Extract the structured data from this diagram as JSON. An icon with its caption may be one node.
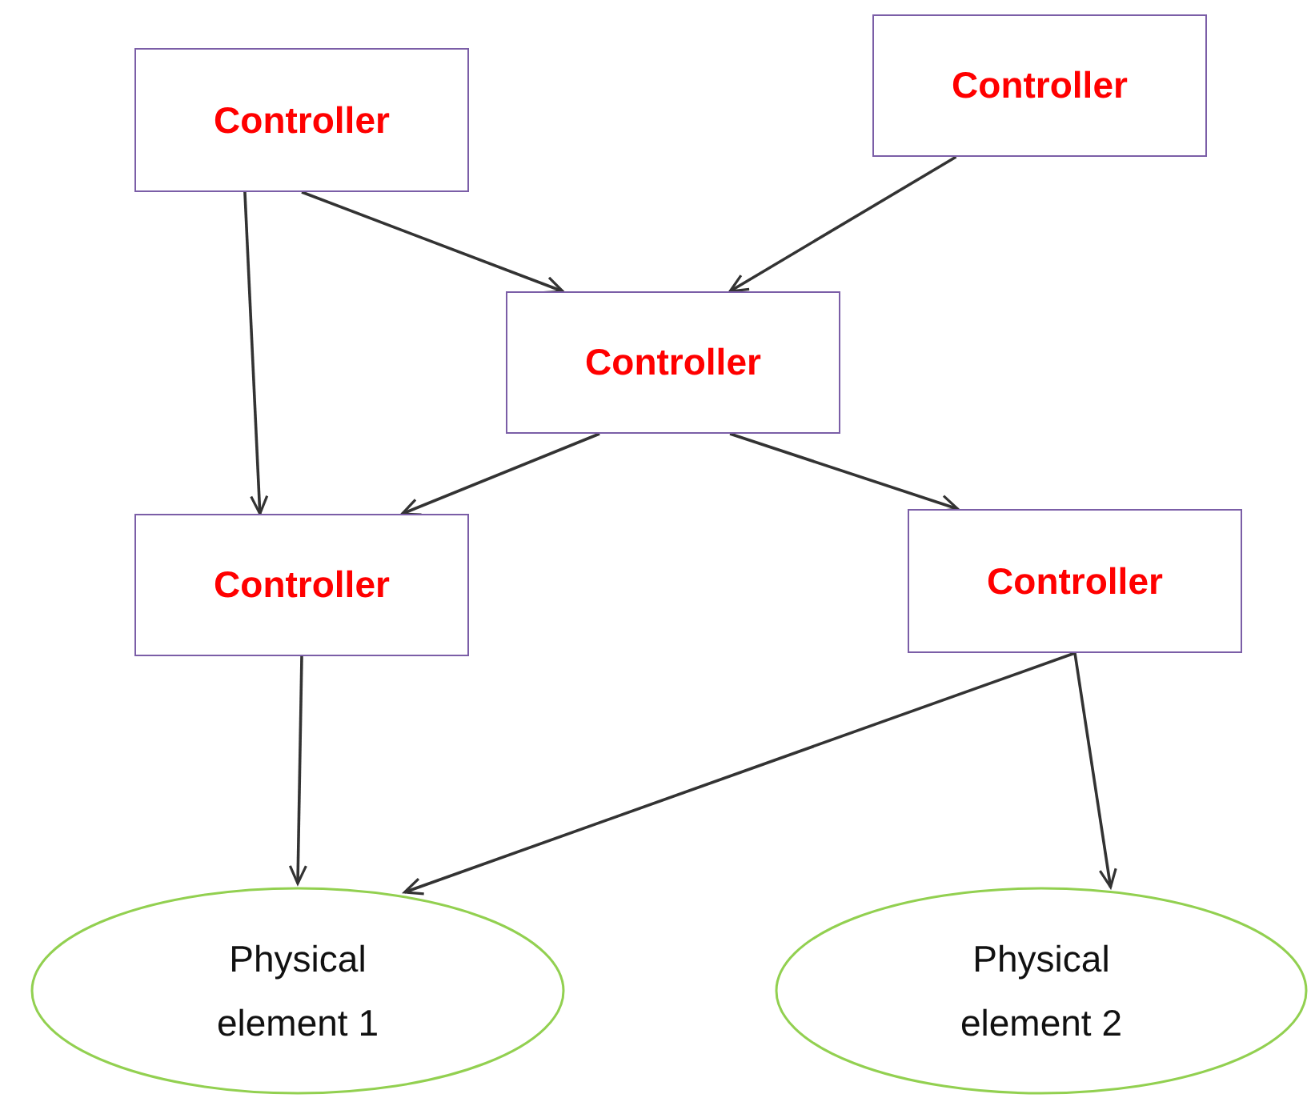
{
  "diagram": {
    "nodes": [
      {
        "text": [
          "Controller"
        ]
      },
      {
        "text": [
          "Controller"
        ]
      },
      {
        "text": [
          "Controller"
        ]
      },
      {
        "text": [
          "Controller"
        ]
      },
      {
        "text": [
          "Controller"
        ]
      },
      {
        "text": [
          "Physical element 1"
        ]
      },
      {
        "text": [
          "Physical element 2"
        ]
      }
    ],
    "edges": [
      {
        "from": 0,
        "to": 3,
        "arrow": "to"
      },
      {
        "from": 0,
        "to": 2,
        "arrow": "to"
      },
      {
        "from": 1,
        "to": 2,
        "arrow": "to"
      },
      {
        "from": 2,
        "to": 3,
        "arrow": "to"
      },
      {
        "from": 2,
        "to": 4,
        "arrow": "to"
      },
      {
        "from": 3,
        "to": 5,
        "arrow": "to"
      },
      {
        "from": 4,
        "to": 5,
        "arrow": "to"
      },
      {
        "from": 4,
        "to": 6,
        "arrow": "to"
      }
    ]
  }
}
